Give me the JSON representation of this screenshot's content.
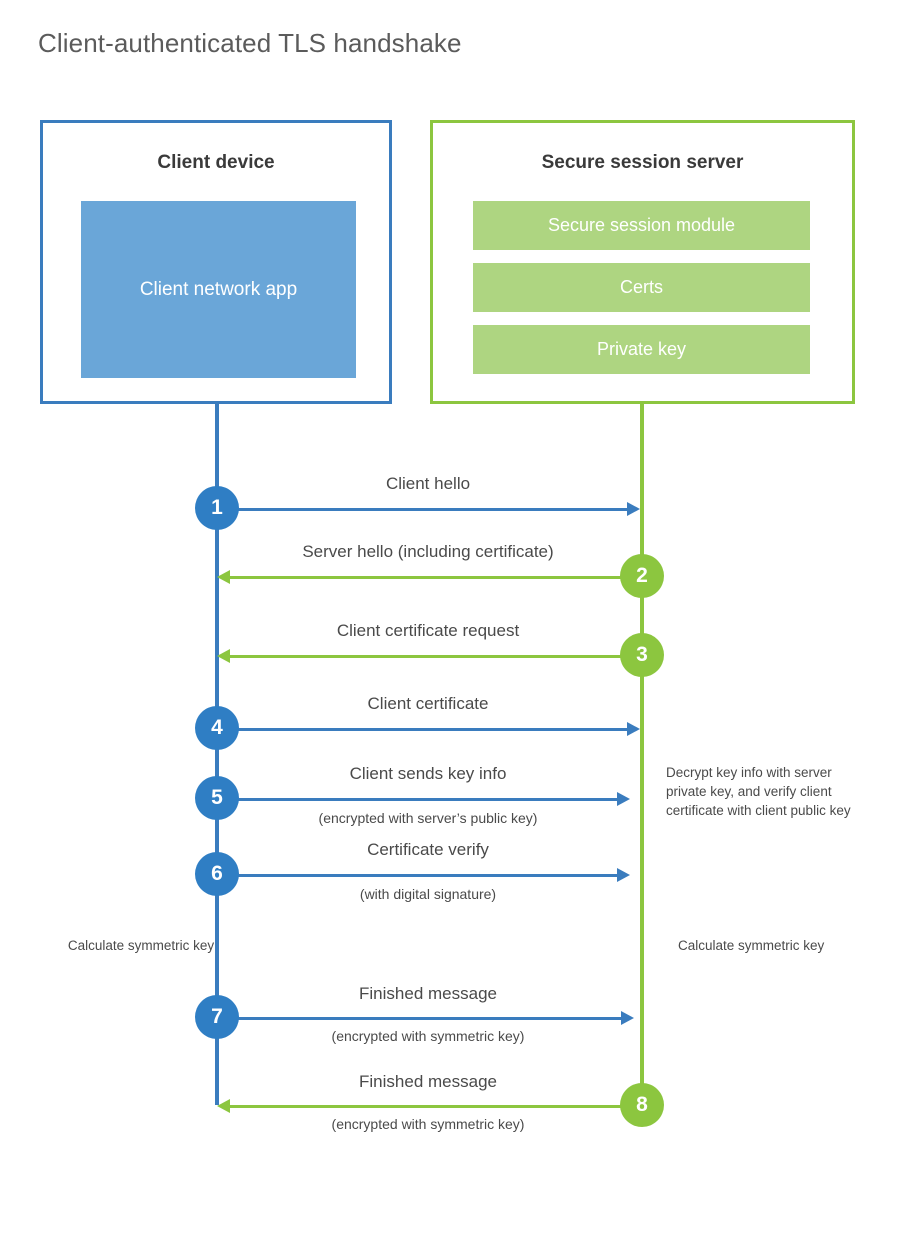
{
  "title": "Client-authenticated TLS handshake",
  "colors": {
    "client_blue": "#3a7cbe",
    "client_circle_blue": "#2f7ec4",
    "client_app_fill": "#6aa6d8",
    "server_green": "#8cc63f",
    "server_bar_fill": "#aed581",
    "text_gray": "#4a4a4a",
    "title_gray": "#5b5b5b",
    "background": "#ffffff"
  },
  "client": {
    "title": "Client device",
    "app_label": "Client network app",
    "calculate_note": "Calculate symmetric key"
  },
  "server": {
    "title": "Secure session server",
    "bars": [
      "Secure session module",
      "Certs",
      "Private key"
    ],
    "decrypt_note": "Decrypt key info with server private key, and verify client certificate with client public key",
    "calculate_note": "Calculate symmetric key"
  },
  "steps": [
    {
      "number": "1",
      "label": "Client hello",
      "sublabel": "",
      "direction": "client-to-server",
      "color": "blue"
    },
    {
      "number": "2",
      "label": "Server hello (including certificate)",
      "sublabel": "",
      "direction": "server-to-client",
      "color": "green"
    },
    {
      "number": "3",
      "label": "Client certificate request",
      "sublabel": "",
      "direction": "server-to-client",
      "color": "green"
    },
    {
      "number": "4",
      "label": "Client certificate",
      "sublabel": "",
      "direction": "client-to-server",
      "color": "blue"
    },
    {
      "number": "5",
      "label": "Client sends key info",
      "sublabel": "(encrypted with server’s public key)",
      "direction": "client-to-server",
      "color": "blue"
    },
    {
      "number": "6",
      "label": "Certificate verify",
      "sublabel": "(with digital signature)",
      "direction": "client-to-server",
      "color": "blue"
    },
    {
      "number": "7",
      "label": "Finished message",
      "sublabel": "(encrypted with symmetric key)",
      "direction": "client-to-server",
      "color": "blue"
    },
    {
      "number": "8",
      "label": "Finished message",
      "sublabel": "(encrypted with symmetric key)",
      "direction": "server-to-client",
      "color": "green"
    }
  ]
}
